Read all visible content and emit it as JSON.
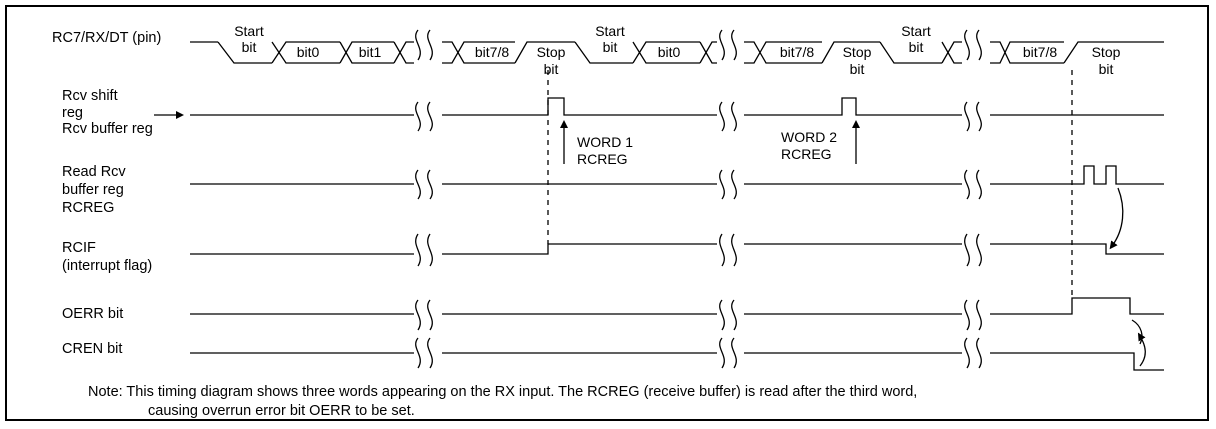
{
  "signals": [
    {
      "id": "pin",
      "label": [
        "RC7/RX/DT (pin)"
      ]
    },
    {
      "id": "shift",
      "label": [
        "Rcv shift",
        "reg",
        "Rcv buffer reg"
      ]
    },
    {
      "id": "read",
      "label": [
        "Read Rcv",
        "buffer reg",
        "RCREG"
      ]
    },
    {
      "id": "rcif",
      "label": [
        "RCIF",
        "(interrupt flag)"
      ]
    },
    {
      "id": "oerr",
      "label": [
        "OERR bit"
      ]
    },
    {
      "id": "cren",
      "label": [
        "CREN bit"
      ]
    }
  ],
  "bits": {
    "start_1": [
      "Start",
      "bit"
    ],
    "bit0_1": "bit0",
    "bit1_1": "bit1",
    "bit78_1": "bit7/8",
    "stop_1": [
      "Stop",
      "bit"
    ],
    "start_2": [
      "Start",
      "bit"
    ],
    "bit0_2": "bit0",
    "bit78_2": "bit7/8",
    "stop_2": [
      "Stop",
      "bit"
    ],
    "start_3": [
      "Start",
      "bit"
    ],
    "bit78_3": "bit7/8",
    "stop_3": [
      "Stop",
      "bit"
    ]
  },
  "annotations": {
    "word1": [
      "WORD 1",
      "RCREG"
    ],
    "word2": [
      "WORD 2",
      "RCREG"
    ]
  },
  "note": {
    "line1": "Note: This timing diagram shows three words appearing on the RX input.   The RCREG (receive buffer) is read after the third word,",
    "line2": "causing overrun error bit OERR to be set."
  }
}
